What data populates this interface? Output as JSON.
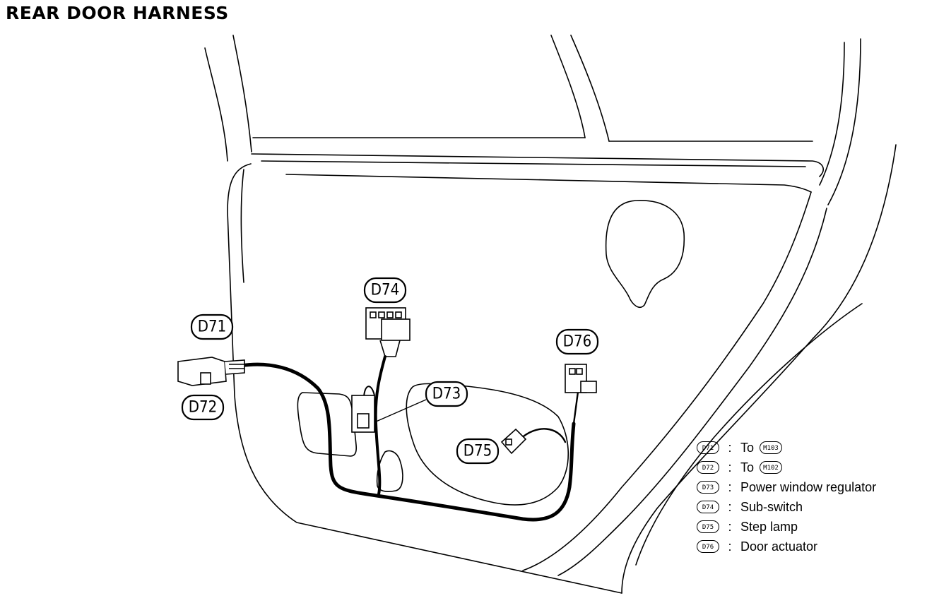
{
  "title": "REAR DOOR HARNESS",
  "callouts": [
    "D71",
    "D72",
    "D73",
    "D74",
    "D75",
    "D76"
  ],
  "legend": [
    {
      "code": "D71",
      "sep": ":",
      "text": "To",
      "ref": "M103"
    },
    {
      "code": "D72",
      "sep": ":",
      "text": "To",
      "ref": "M102"
    },
    {
      "code": "D73",
      "sep": ":",
      "text": "Power window regulator",
      "ref": ""
    },
    {
      "code": "D74",
      "sep": ":",
      "text": "Sub-switch",
      "ref": ""
    },
    {
      "code": "D75",
      "sep": ":",
      "text": "Step lamp",
      "ref": ""
    },
    {
      "code": "D76",
      "sep": ":",
      "text": "Door actuator",
      "ref": ""
    }
  ]
}
